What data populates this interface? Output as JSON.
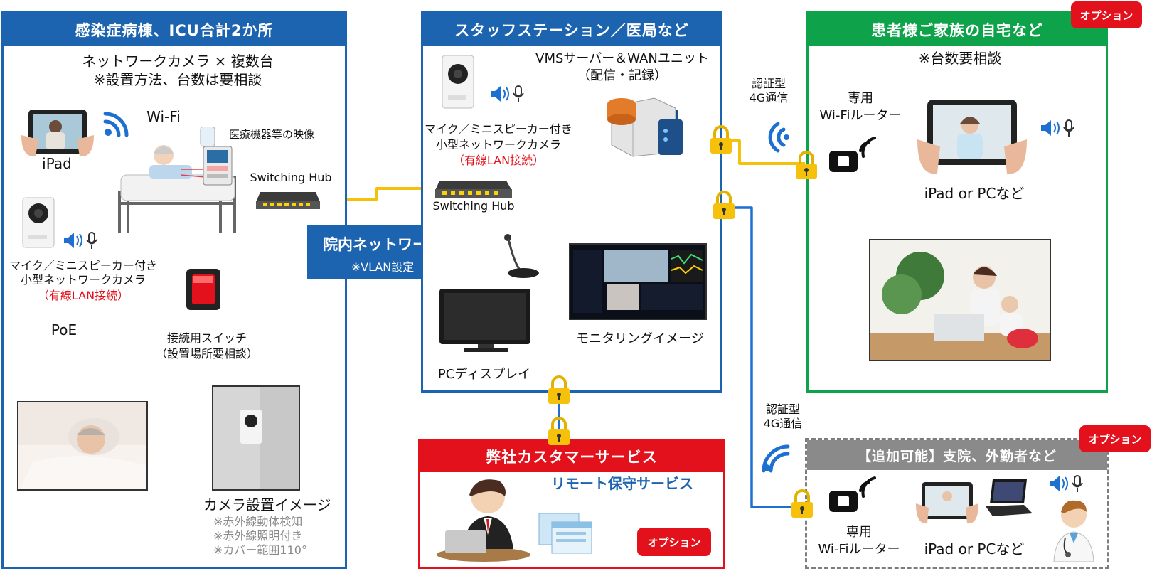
{
  "panels": {
    "ward": {
      "title": "感染症病棟、ICU合計2か所",
      "camera_line1": "ネットワークカメラ × 複数台",
      "camera_line2": "※設置方法、台数は要相談",
      "wifi": "Wi-Fi",
      "ipad": "iPad",
      "medical_video": "医療機器等の映像",
      "hub": "Switching Hub",
      "mini_cam_line1": "マイク／ミニスピーカー付き",
      "mini_cam_line2": "小型ネットワークカメラ",
      "mini_cam_line3": "（有線LAN接続）",
      "poe": "PoE",
      "switch_line1": "接続用スイッチ",
      "switch_line2": "（設置場所要相談）",
      "install_title": "カメラ設置イメージ",
      "install_note1": "※赤外線動体検知",
      "install_note2": "※赤外線照明付き",
      "install_note3": "※カバー範囲110°"
    },
    "station": {
      "title": "スタッフステーション／医局など",
      "vms_line1": "VMSサーバー＆WANユニット",
      "vms_line2": "（配信・記録）",
      "cam_line1": "マイク／ミニスピーカー付き",
      "cam_line2": "小型ネットワークカメラ",
      "cam_line3": "（有線LAN接続）",
      "hub": "Switching Hub",
      "monitoring": "モニタリングイメージ",
      "display": "PCディスプレイ"
    },
    "network": {
      "label": "院内ネットワーク",
      "sub": "※VLAN設定"
    },
    "home": {
      "title": "患者様ご家族の自宅など",
      "option": "オプション",
      "count_note": "※台数要相談",
      "router_line1": "専用",
      "router_line2": "Wi-Fiルーター",
      "device": "iPad or PCなど"
    },
    "auth_top": {
      "line1": "認証型",
      "line2": "4G通信"
    },
    "auth_bottom": {
      "line1": "認証型",
      "line2": "4G通信"
    },
    "service": {
      "title": "弊社カスタマーサービス",
      "remote": "リモート保守サービス",
      "option": "オプション"
    },
    "branch": {
      "title": "【追加可能】支院、外勤者など",
      "option": "オプション",
      "router_line1": "専用",
      "router_line2": "Wi-Fiルーター",
      "device": "iPad or PCなど"
    }
  },
  "colors": {
    "blue": "#1d64b0",
    "green": "#0ea24a",
    "red": "#e2111b",
    "lan_yellow": "#f5c10a",
    "wan_blue": "#1d6fd0"
  }
}
